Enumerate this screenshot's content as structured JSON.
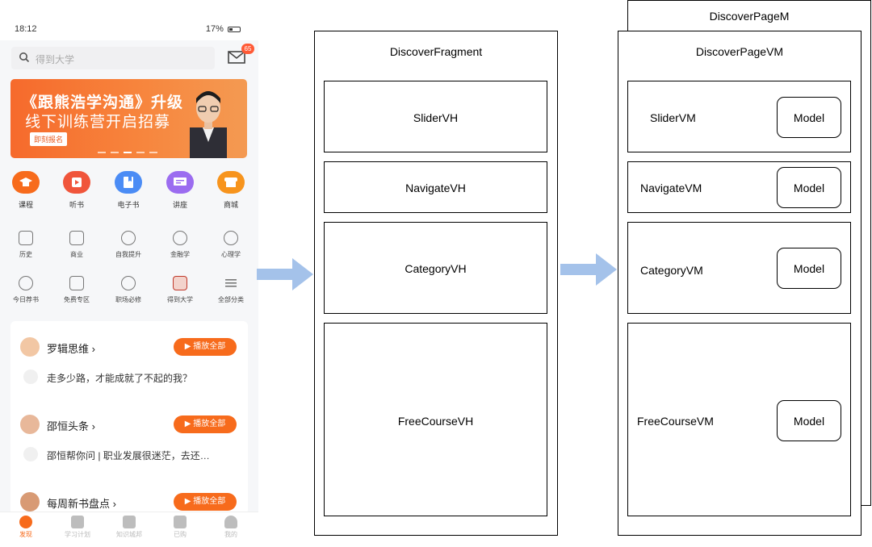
{
  "phone": {
    "status": {
      "time": "18:12",
      "battery": "17%"
    },
    "search": {
      "placeholder": "得到大学"
    },
    "mail_badge": "65",
    "banner": {
      "line1": "《跟熊浩学沟通》升级",
      "line2": "线下训练营开启招募",
      "tag": "即刻报名"
    },
    "categories": [
      {
        "label": "课程",
        "color": "#f76b1c"
      },
      {
        "label": "听书",
        "color": "#f0553b"
      },
      {
        "label": "电子书",
        "color": "#4b8cf5"
      },
      {
        "label": "讲座",
        "color": "#9b6cf0"
      },
      {
        "label": "商城",
        "color": "#f7941d"
      }
    ],
    "subcategories": [
      "历史",
      "商业",
      "自我提升",
      "金融学",
      "心理学",
      "今日荐书",
      "免费专区",
      "职场必修",
      "得到大学",
      "全部分类"
    ],
    "feeds": [
      {
        "title": "罗辑思维",
        "line": "走多少路，才能成就了不起的我？"
      },
      {
        "title": "邵恒头条",
        "line": "邵恒帮你问 | 职业发展很迷茫，去还…"
      },
      {
        "title": "每周新书盘点",
        "line": ""
      }
    ],
    "play_all": "▶ 播放全部",
    "tabs": [
      "发现",
      "学习计划",
      "知识城邦",
      "已购",
      "我的"
    ]
  },
  "diagram": {
    "fragment": {
      "title": "DiscoverFragment",
      "items": [
        "SliderVH",
        "NavigateVH",
        "CategoryVH",
        "FreeCourseVH"
      ]
    },
    "page_m": {
      "title": "DiscoverPageM"
    },
    "page_vm": {
      "title": "DiscoverPageVM",
      "items": [
        "SliderVM",
        "NavigateVM",
        "CategoryVM",
        "FreeCourseVM"
      ],
      "model_label": "Model"
    },
    "colors": {
      "arrow": "#a4c2ea",
      "stroke": "#000000"
    }
  }
}
